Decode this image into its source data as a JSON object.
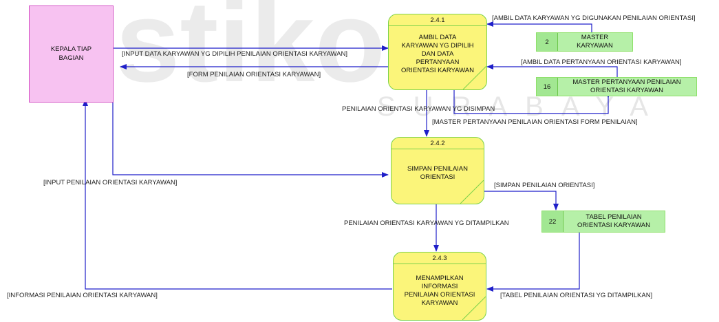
{
  "watermark": {
    "brand": "stikom",
    "city": "SURABAYA"
  },
  "entity": {
    "name_line1": "KEPALA TIAP",
    "name_line2": "BAGIAN"
  },
  "processes": [
    {
      "id": "2.4.1",
      "lines": [
        "AMBIL DATA",
        "KARYAWAN YG DIPILIH",
        "DAN DATA",
        "PERTANYAAN",
        "ORIENTASI KARYAWAN"
      ]
    },
    {
      "id": "2.4.2",
      "lines": [
        "SIMPAN PENILAIAN",
        "ORIENTASI"
      ]
    },
    {
      "id": "2.4.3",
      "lines": [
        "MENAMPILKAN",
        "INFORMASI",
        "PENILAIAN ORIENTASI",
        "KARYAWAN"
      ]
    }
  ],
  "stores": [
    {
      "number": "2",
      "lines": [
        "MASTER",
        "KARYAWAN"
      ]
    },
    {
      "number": "16",
      "lines": [
        "MASTER PERTANYAAN PENILAIAN",
        "ORIENTASI KARYAWAN"
      ]
    },
    {
      "number": "22",
      "lines": [
        "TABEL PENILAIAN",
        "ORIENTASI KARYAWAN"
      ]
    }
  ],
  "flows": {
    "ambil_data_karyawan": "[AMBIL DATA KARYAWAN YG DIGUNAKAN PENILAIAN ORIENTASI]",
    "input_data_karyawan": "[INPUT DATA KARYAWAN YG DIPILIH PENILAIAN ORIENTASI KARYAWAN]",
    "ambil_data_pertanyaan": "[AMBIL DATA PERTANYAAN ORIENTASI KARYAWAN]",
    "form_penilaian": "[FORM PENILAIAN ORIENTASI KARYAWAN]",
    "penilaian_disimpan": "PENILAIAN ORIENTASI KARYAWAN YG DISIMPAN",
    "master_pertanyaan_form": "[MASTER PERTANYAAN PENILAIAN ORIENTASI FORM PENILAIAN]",
    "input_penilaian": "[INPUT PENILAIAN ORIENTASI KARYAWAN]",
    "simpan_penilaian": "[SIMPAN PENILAIAN ORIENTASI]",
    "penilaian_ditampilkan": "PENILAIAN ORIENTASI KARYAWAN YG DITAMPILKAN",
    "informasi_penilaian": "[INFORMASI PENILAIAN ORIENTASI KARYAWAN]",
    "tabel_ditampilkan": "[TABEL PENILAIAN ORIENTASI YG DITAMPILKAN]"
  },
  "colors": {
    "entity_fill": "#f7c2f1",
    "process_fill": "#fbf57a",
    "store_fill": "#b6f0a8",
    "flow_line": "#1f1fc9"
  }
}
